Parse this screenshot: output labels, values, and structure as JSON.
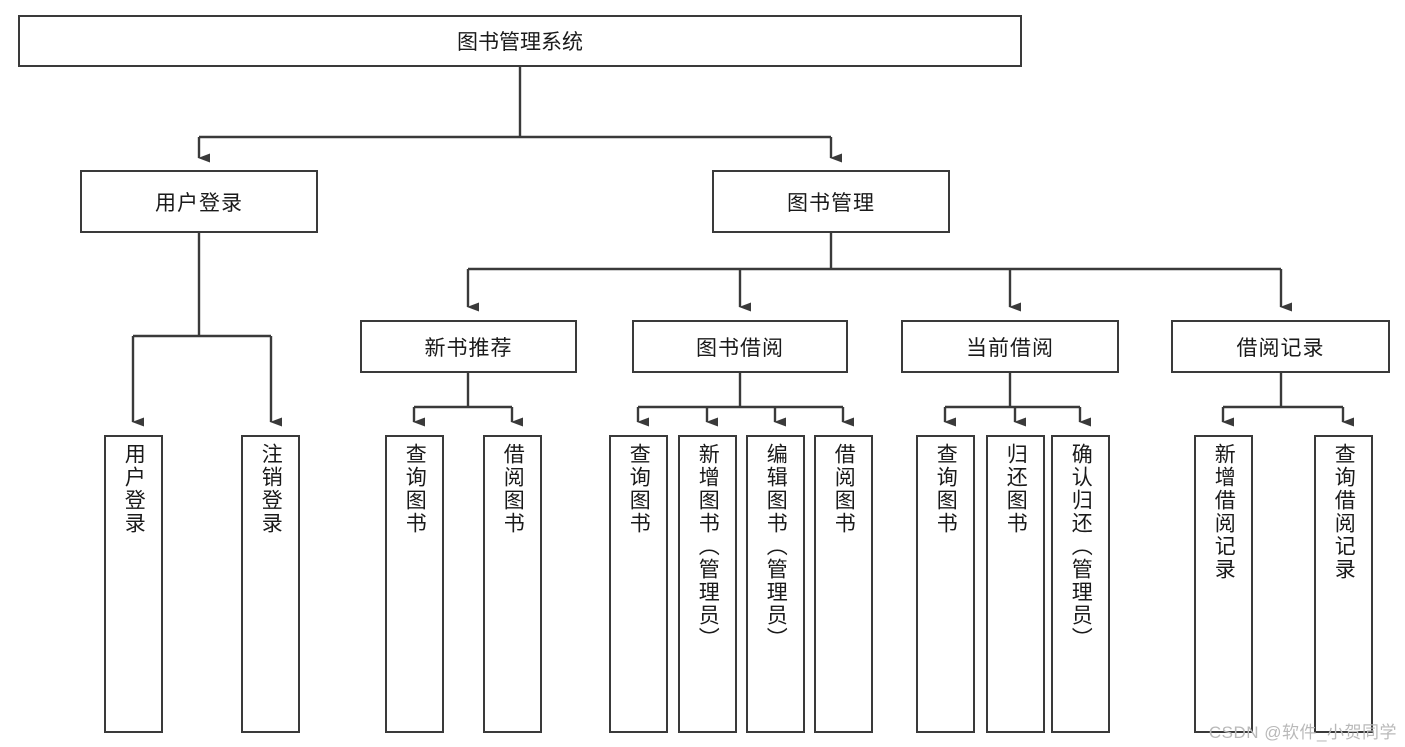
{
  "diagram": {
    "title": "图书管理系统",
    "type": "hierarchy-tree",
    "watermark": "CSDN @软件_小贺同学",
    "colors": {
      "box_border": "#3a3a3a",
      "box_fill": "#ffffff",
      "connector": "#3a3a3a",
      "text": "#1a1a1a",
      "watermark": "#b9b9b9",
      "background": "#ffffff"
    },
    "root": {
      "label": "图书管理系统"
    },
    "level2": [
      {
        "label": "用户登录"
      },
      {
        "label": "图书管理"
      }
    ],
    "level3": [
      {
        "label": "新书推荐"
      },
      {
        "label": "图书借阅"
      },
      {
        "label": "当前借阅"
      },
      {
        "label": "借阅记录"
      }
    ],
    "leaves": {
      "user_login": [
        {
          "label": "用户登录"
        },
        {
          "label": "注销登录"
        }
      ],
      "new_book_recommend": [
        {
          "label": "查询图书"
        },
        {
          "label": "借阅图书"
        }
      ],
      "book_borrow": [
        {
          "label": "查询图书"
        },
        {
          "label": "新增图书（管理员）"
        },
        {
          "label": "编辑图书（管理员）"
        },
        {
          "label": "借阅图书"
        }
      ],
      "current_borrow": [
        {
          "label": "查询图书"
        },
        {
          "label": "归还图书"
        },
        {
          "label": "确认归还（管理员）"
        }
      ],
      "borrow_record": [
        {
          "label": "新增借阅记录"
        },
        {
          "label": "查询借阅记录"
        }
      ]
    }
  }
}
